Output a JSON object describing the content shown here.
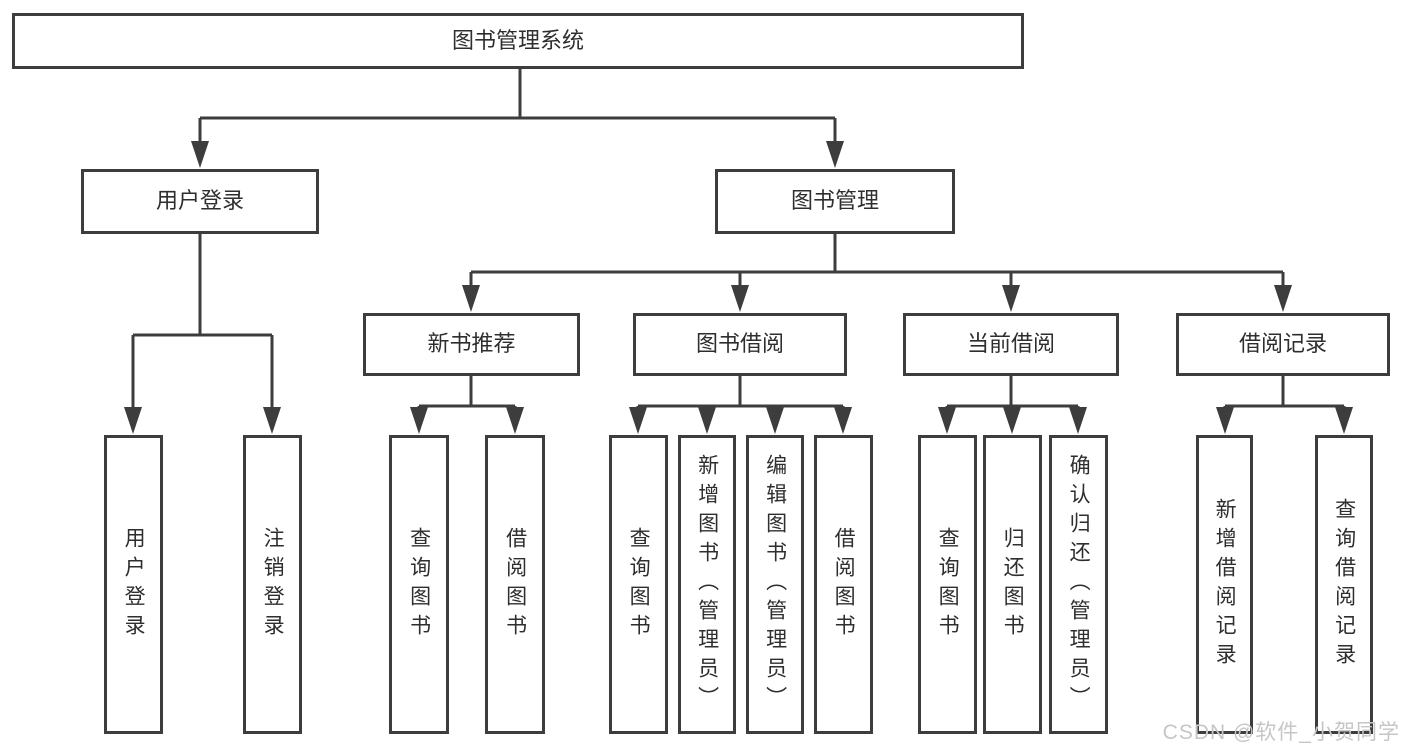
{
  "colors": {
    "line": "#3d3d3d",
    "text": "#2e2e2e",
    "watermark": "#c6c6c6",
    "bg": "#ffffff"
  },
  "tree": {
    "root": {
      "label": "图书管理系统",
      "children": [
        {
          "label": "用户登录",
          "children": [
            {
              "label": "用户登录"
            },
            {
              "label": "注销登录"
            }
          ]
        },
        {
          "label": "图书管理",
          "children": [
            {
              "label": "新书推荐",
              "children": [
                {
                  "label": "查询图书"
                },
                {
                  "label": "借阅图书"
                }
              ]
            },
            {
              "label": "图书借阅",
              "children": [
                {
                  "label": "查询图书"
                },
                {
                  "label": "新增图书（管理员）"
                },
                {
                  "label": "编辑图书（管理员）"
                },
                {
                  "label": "借阅图书"
                }
              ]
            },
            {
              "label": "当前借阅",
              "children": [
                {
                  "label": "查询图书"
                },
                {
                  "label": "归还图书"
                },
                {
                  "label": "确认归还（管理员）"
                }
              ]
            },
            {
              "label": "借阅记录",
              "children": [
                {
                  "label": "新增借阅记录"
                },
                {
                  "label": "查询借阅记录"
                }
              ]
            }
          ]
        }
      ]
    }
  },
  "watermark": {
    "text": "CSDN @软件_小贺同学"
  }
}
